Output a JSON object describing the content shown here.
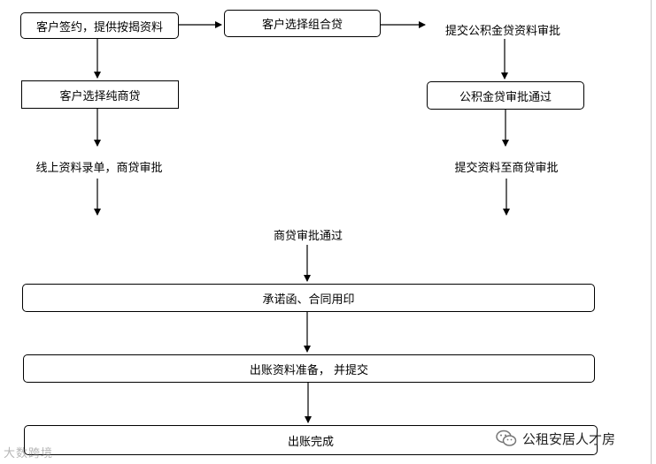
{
  "diagram": {
    "nodes": {
      "sign": "客户签约，提供按揭资料",
      "combo": "客户选择组合贷",
      "submit_fund": "提交公积金贷资料审批",
      "pure_commercial": "客户选择纯商贷",
      "fund_approved": "公积金贷审批通过",
      "online_entry": "线上资料录单，商贷审批",
      "submit_commercial": "提交资料至商贷审批",
      "commercial_approved": "商贷审批通过",
      "commitment": "承诺函、合同用印",
      "disbursement_prep": "出账资料准备，   并提交",
      "done": "出账完成"
    }
  },
  "watermarks": {
    "left": "大数跨境",
    "right": "公租安居人才房"
  },
  "colors": {
    "line": "#000000",
    "wechat_green": "#9a9a9a"
  }
}
